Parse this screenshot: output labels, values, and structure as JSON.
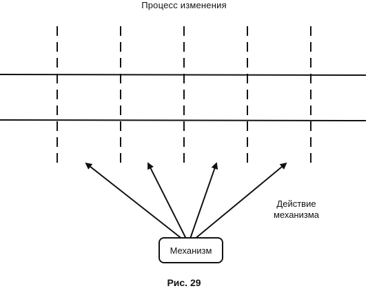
{
  "diagram": {
    "title": "Процесс изменения",
    "action_label": "Действие механизма",
    "mechanism_label": "Механизм",
    "caption": "Рис. 29",
    "stage_markers": 5,
    "arrows": 4,
    "colors": {
      "ink": "#111111",
      "background": "#ffffff"
    }
  }
}
